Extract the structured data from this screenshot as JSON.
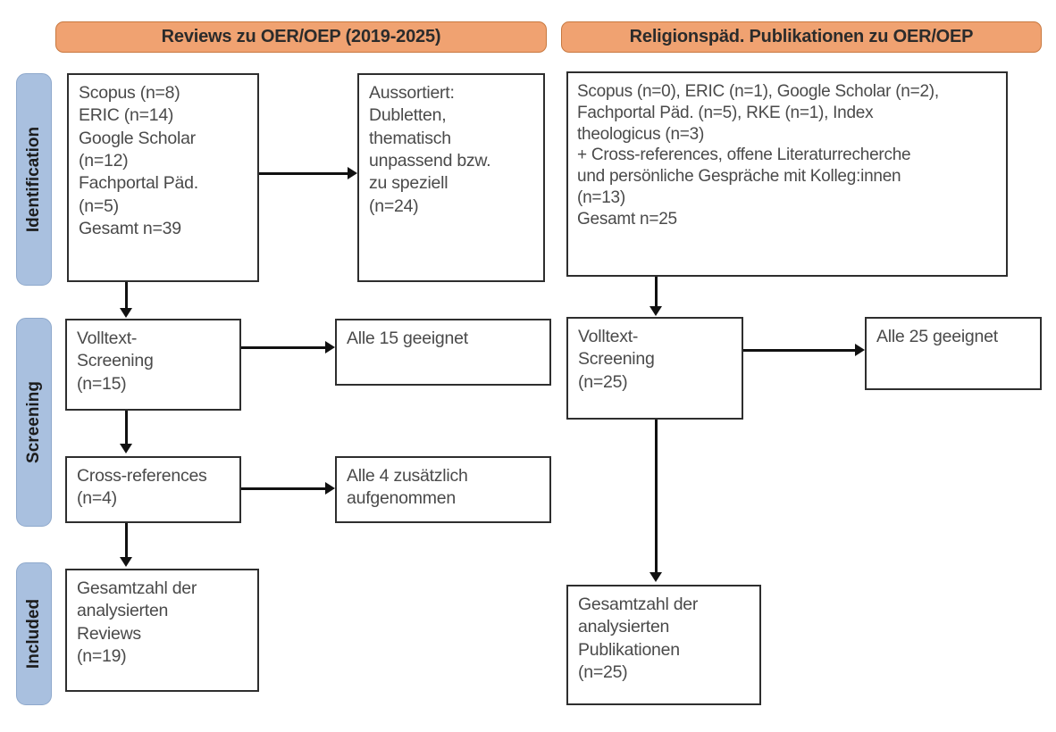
{
  "headers": {
    "left": "Reviews zu OER/OEP (2019-2025)",
    "right": "Religionspäd. Publikationen zu OER/OEP"
  },
  "stages": [
    {
      "label": "Identification"
    },
    {
      "label": "Screening"
    },
    {
      "label": "Included"
    }
  ],
  "colors": {
    "header_orange": "#F0A271",
    "header_orange_border": "#C8783F",
    "stage_blue": "#A9C0DF",
    "stage_blue_border": "#8FA9CC",
    "box_border": "#2e2e2e",
    "text": "#4a4a4a",
    "connector": "#111111"
  },
  "left_column": {
    "sources_box": "Scopus (n=8)\nERIC (n=14)\nGoogle Scholar\n(n=12)\nFachportal Päd.\n(n=5)\nGesamt n=39",
    "excluded_box": "Aussortiert:\nDubletten,\nthematisch\nunpassend bzw.\nzu speziell\n(n=24)",
    "fulltext_box": "Volltext-\nScreening\n(n=15)",
    "fulltext_result_box": "Alle 15 geeignet",
    "crossref_box": "Cross-references\n(n=4)",
    "crossref_result_box": "Alle 4 zusätzlich\naufgenommen",
    "included_box": "Gesamtzahl der\nanalysierten\nReviews\n(n=19)"
  },
  "right_column": {
    "sources_box": "Scopus (n=0), ERIC (n=1), Google Scholar (n=2),\nFachportal Päd. (n=5), RKE (n=1), Index\ntheologicus (n=3)\n+ Cross-references, offene Literaturrecherche\nund persönliche Gespräche mit Kolleg:innen\n(n=13)\nGesamt n=25",
    "fulltext_box": "Volltext-\nScreening\n(n=25)",
    "fulltext_result_box": "Alle 25 geeignet",
    "included_box": "Gesamtzahl der\nanalysierten\nPublikationen\n(n=25)"
  },
  "chart_data": {
    "type": "diagram",
    "title": "PRISMA-style flow diagram (two parallel searches)",
    "flows": [
      {
        "column": "Reviews zu OER/OEP (2019-2025)",
        "stages": [
          {
            "stage": "Identification",
            "identified": [
              {
                "source": "Scopus",
                "n": 8
              },
              {
                "source": "ERIC",
                "n": 14
              },
              {
                "source": "Google Scholar",
                "n": 12
              },
              {
                "source": "Fachportal Päd.",
                "n": 5
              }
            ],
            "total": 39,
            "excluded": {
              "reason": "Dubletten, thematisch unpassend bzw. zu speziell",
              "n": 24
            }
          },
          {
            "stage": "Screening",
            "fulltext_screened": 15,
            "fulltext_result": "Alle 15 geeignet",
            "crossrefs": 4,
            "crossrefs_result": "Alle 4 zusätzlich aufgenommen"
          },
          {
            "stage": "Included",
            "label": "Gesamtzahl der analysierten Reviews",
            "n": 19
          }
        ]
      },
      {
        "column": "Religionspäd. Publikationen zu OER/OEP",
        "stages": [
          {
            "stage": "Identification",
            "identified": [
              {
                "source": "Scopus",
                "n": 0
              },
              {
                "source": "ERIC",
                "n": 1
              },
              {
                "source": "Google Scholar",
                "n": 2
              },
              {
                "source": "Fachportal Päd.",
                "n": 5
              },
              {
                "source": "RKE",
                "n": 1
              },
              {
                "source": "Index theologicus",
                "n": 3
              },
              {
                "source": "Cross-references, offene Literaturrecherche und persönliche Gespräche mit Kolleg:innen",
                "n": 13
              }
            ],
            "total": 25
          },
          {
            "stage": "Screening",
            "fulltext_screened": 25,
            "fulltext_result": "Alle 25 geeignet"
          },
          {
            "stage": "Included",
            "label": "Gesamtzahl der analysierten Publikationen",
            "n": 25
          }
        ]
      }
    ]
  }
}
